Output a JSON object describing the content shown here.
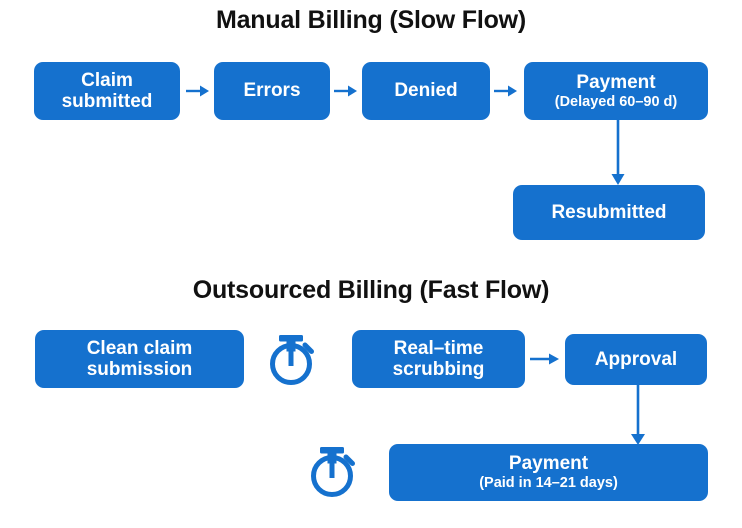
{
  "theme": {
    "node_fill": "#1571CE",
    "node_text": "#ffffff",
    "arrow_color": "#1571CE",
    "title_color": "#111111",
    "background": "#ffffff"
  },
  "sections": [
    {
      "title": "Manual Billing (Slow Flow)",
      "nodes": [
        {
          "label": "Claim\nsubmitted",
          "sub": ""
        },
        {
          "label": "Errors",
          "sub": ""
        },
        {
          "label": "Denied",
          "sub": ""
        },
        {
          "label": "Payment",
          "sub": "(Delayed 60–90 d)"
        },
        {
          "label": "Resubmitted",
          "sub": ""
        }
      ]
    },
    {
      "title": "Outsourced Billing (Fast Flow)",
      "nodes": [
        {
          "label": "Clean claim\nsubmission",
          "sub": ""
        },
        {
          "label": "Real–time\nscrubbing",
          "sub": ""
        },
        {
          "label": "Approval",
          "sub": ""
        },
        {
          "label": "Payment",
          "sub": "(Paid in 14–21 days)"
        }
      ]
    }
  ],
  "icons": {
    "stopwatch_top": "stopwatch-icon",
    "stopwatch_bottom": "stopwatch-icon",
    "arrow_right": "arrow-right-icon",
    "arrow_down": "arrow-down-icon"
  }
}
